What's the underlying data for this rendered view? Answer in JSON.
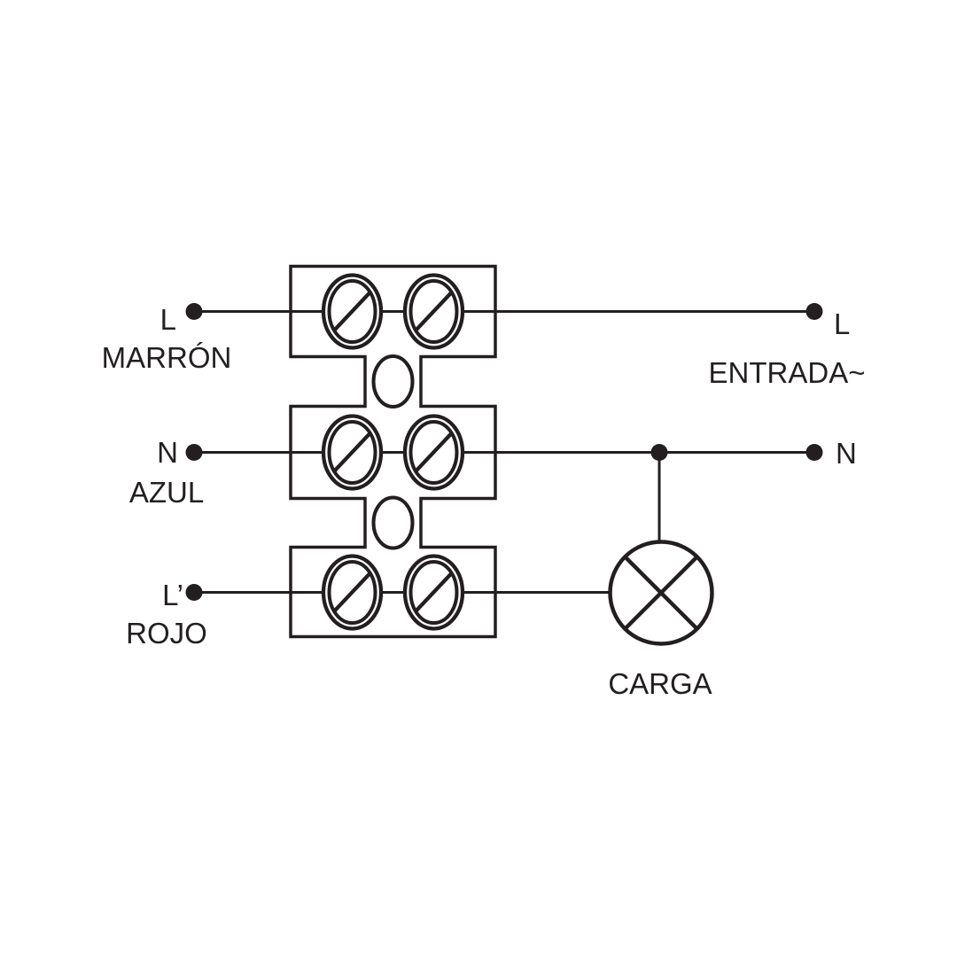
{
  "diagram": {
    "kind": "electrical-wiring-connection-diagram",
    "colors": {
      "line": "#231f20",
      "background": "#ffffff"
    },
    "terminal_block": {
      "rows": 3,
      "screws_per_row": 2,
      "strain_holes": 2
    },
    "left_terminals": [
      {
        "label": "L",
        "wire": "MARRÓN"
      },
      {
        "label": "N",
        "wire": "AZUL"
      },
      {
        "label": "L’",
        "wire": "ROJO"
      }
    ],
    "right_terminals": [
      {
        "label": "L"
      },
      {
        "label": "N"
      }
    ],
    "input_label": "ENTRADA~",
    "load": {
      "label": "CARGA",
      "symbol": "lamp-circle-cross"
    }
  }
}
